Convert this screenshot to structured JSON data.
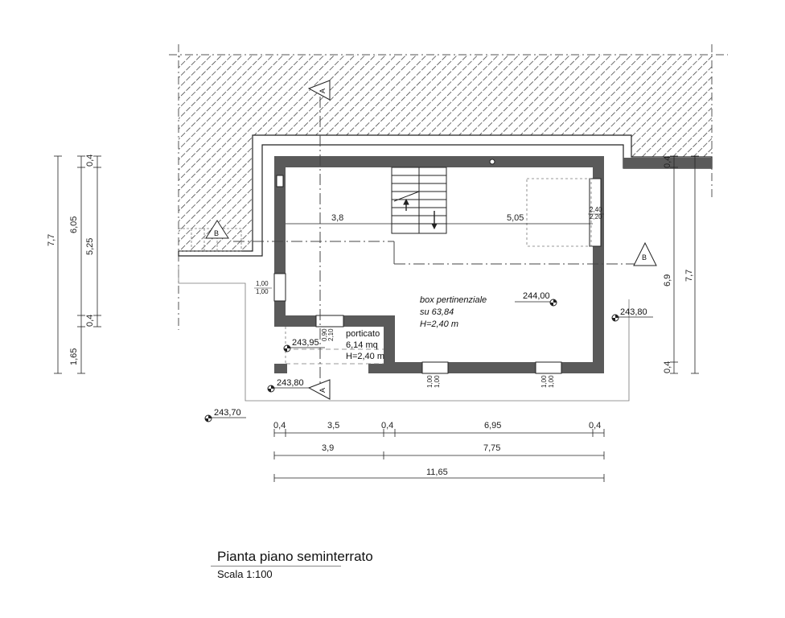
{
  "title": "Pianta piano seminterrato",
  "scale": "Scala 1:100",
  "dimensions": {
    "bottom_row1": [
      "0,4",
      "3,5",
      "0,4",
      "6,95",
      "0,4"
    ],
    "bottom_row2": [
      "3,9",
      "7,75"
    ],
    "bottom_total": "11,65",
    "left_inner": [
      "0,4",
      "6,05",
      "5,25",
      "0,4",
      "1,65"
    ],
    "left_outer": "7,7",
    "right_inner": [
      "0,4",
      "6,9",
      "0,4"
    ],
    "right_outer": "7,7",
    "room_left_width": "3,8",
    "room_right_width": "5,05"
  },
  "elevations": {
    "box": "244,00",
    "right": "243,80",
    "porch": "243,95",
    "entry": "243,80",
    "outside": "243,70"
  },
  "rooms": {
    "box": {
      "name": "box pertinenziale",
      "area": "su 63,84",
      "height": "H=2,40 m"
    },
    "porch": {
      "name": "porticato",
      "area": "6,14 mq",
      "height": "H=2,40 m"
    }
  },
  "openings": {
    "window_right_top": "2,40",
    "window_right_bottom": "2,20",
    "window_left_top": "1,00",
    "window_left_bottom": "1,00",
    "door_porch_top": "0,90",
    "door_porch_bottom": "2,10",
    "window_bottom_top": "1,00",
    "window_bottom_bottom": "1,00"
  },
  "sections": {
    "a": "A",
    "b": "B"
  }
}
